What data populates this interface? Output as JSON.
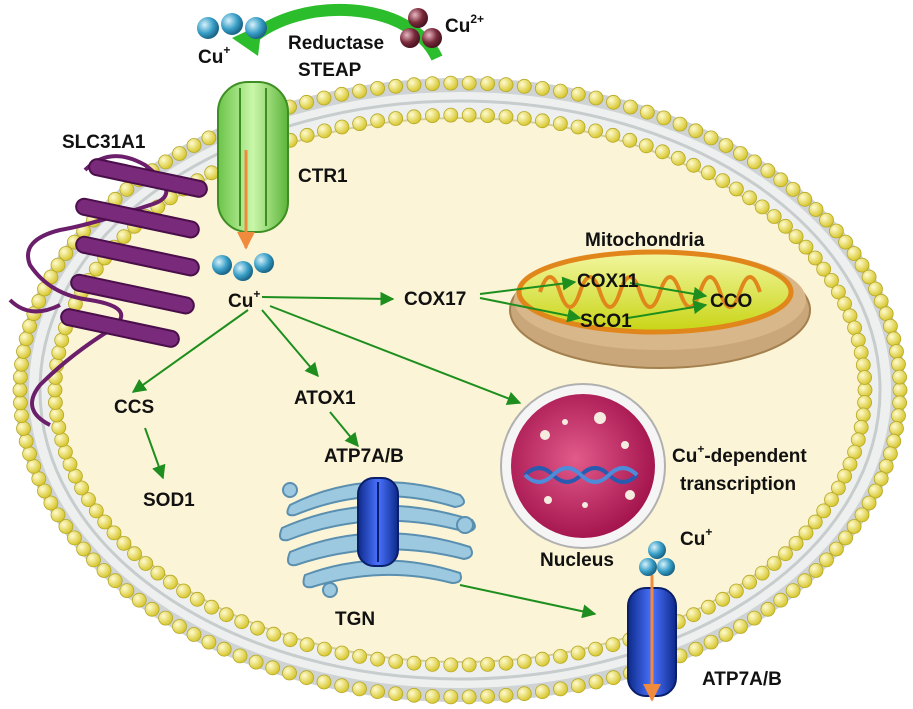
{
  "labels": {
    "cu_plus_out": "Cu",
    "cu_plus_out_sup": "+",
    "cu2_out": "Cu",
    "cu2_out_sup": "2+",
    "reductase": "Reductase",
    "steap": "STEAP",
    "slc31a1": "SLC31A1",
    "ctr1": "CTR1",
    "mitochondria": "Mitochondria",
    "cox17": "COX17",
    "cox11": "COX11",
    "sco1": "SCO1",
    "cco": "CCO",
    "cu_plus_center": "Cu",
    "cu_plus_center_sup": "+",
    "ccs": "CCS",
    "sod1": "SOD1",
    "atox1": "ATOX1",
    "atp7ab_golgi": "ATP7A/B",
    "tgn": "TGN",
    "cu_dependent_1": "Cu",
    "cu_dependent_sup": "+",
    "cu_dependent_1b": "-dependent",
    "cu_dependent_2": "transcription",
    "nucleus": "Nucleus",
    "cu_plus_export": "Cu",
    "cu_plus_export_sup": "+",
    "atp7ab_membrane": "ATP7A/B"
  },
  "colors": {
    "arrow_green": "#1e8f1e",
    "curved_arrow": "#2bbd2b",
    "cytoplasm": "#fbf4d6",
    "membrane_head": "#efe35a",
    "ctr1": "#9be87a",
    "slc31a1": "#6b1f6b",
    "atp7": "#1f3fbf",
    "nucleus": "#c2185b",
    "mito_outer": "#d2b48c",
    "mito_inner": "#d9e61c",
    "cu_plus_ball": "#3aa0c8",
    "cu2_ball": "#7a2a3a"
  }
}
